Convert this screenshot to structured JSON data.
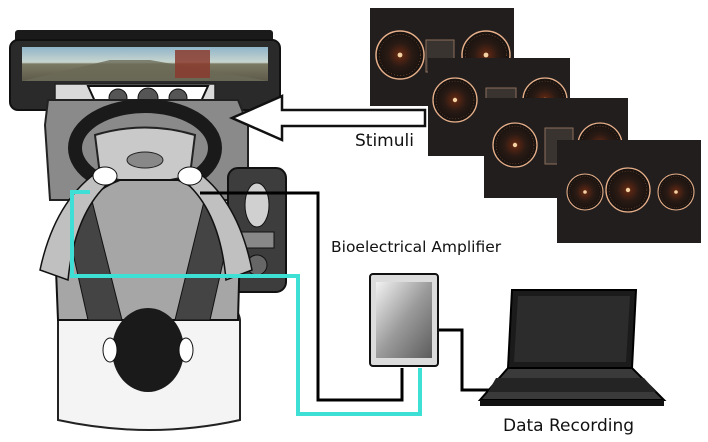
{
  "labels": {
    "stimuli": "Stimuli",
    "amplifier": "Bioelectrical Amplifier",
    "recording": "Data Recording"
  },
  "colors": {
    "electrode_wire": "#3ee0d6",
    "signal_wire": "#000000",
    "stimulus_background": "#211e1d",
    "gauge_accent": "#e8b08a"
  },
  "icons": [
    "driver-icon",
    "steering-wheel-icon",
    "simulator-screen-icon",
    "gauge-cluster-icon",
    "gear-shift-icon",
    "amplifier-icon",
    "laptop-icon",
    "arrow-icon"
  ]
}
